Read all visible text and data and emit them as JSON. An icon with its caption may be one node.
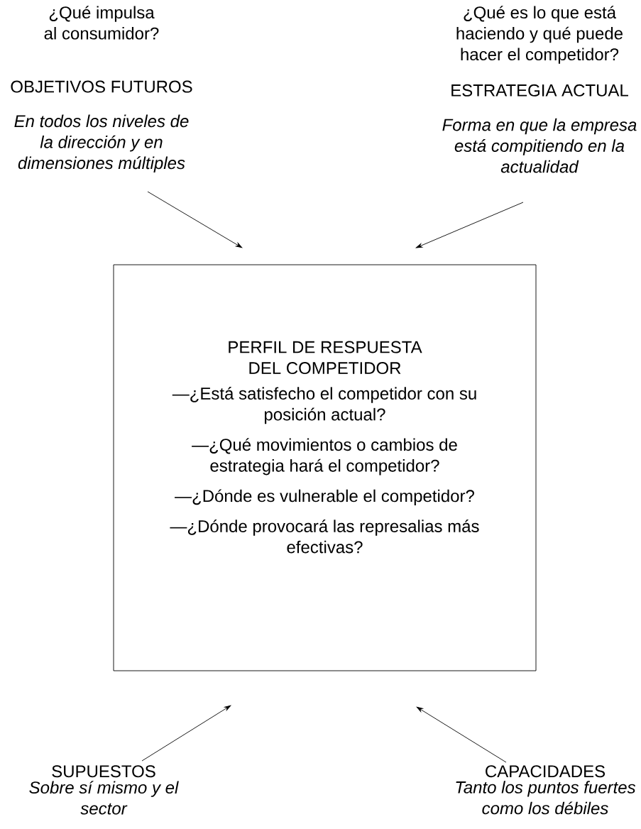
{
  "diagram": {
    "nodes": [
      {
        "text": [
          "¿Qué impulsa al consumidor?",
          "OBJETIVOS FUTUROS",
          "En todos los niveles de la dirección y en dimensiones múltiples"
        ]
      },
      {
        "text": [
          "¿Qué es lo que está haciendo y qué puede hacer el competidor?",
          "ESTRATEGIA ACTUAL",
          "Forma en que la empresa está compitiendo en la actualidad"
        ]
      },
      {
        "text": [
          "PERFIL DE RESPUESTA DEL COMPETIDOR",
          "—¿Está satisfecho el competidor con su posición actual?",
          "—¿Qué movimientos o cambios de estrategia hará el competidor?",
          "—¿Dónde es vulnerable el competidor?",
          "—¿Dónde provocará las represalias más efectivas?"
        ]
      },
      {
        "text": [
          "SUPUESTOS",
          "Sobre sí mismo y el sector"
        ]
      },
      {
        "text": [
          "CAPACIDADES",
          "Tanto los puntos fuertes como los débiles"
        ]
      }
    ],
    "edges": [
      {
        "from": 0,
        "to": 2,
        "arrow": "to"
      },
      {
        "from": 1,
        "to": 2,
        "arrow": "to"
      },
      {
        "from": 3,
        "to": 2,
        "arrow": "to"
      },
      {
        "from": 4,
        "to": 2,
        "arrow": "to"
      }
    ]
  }
}
